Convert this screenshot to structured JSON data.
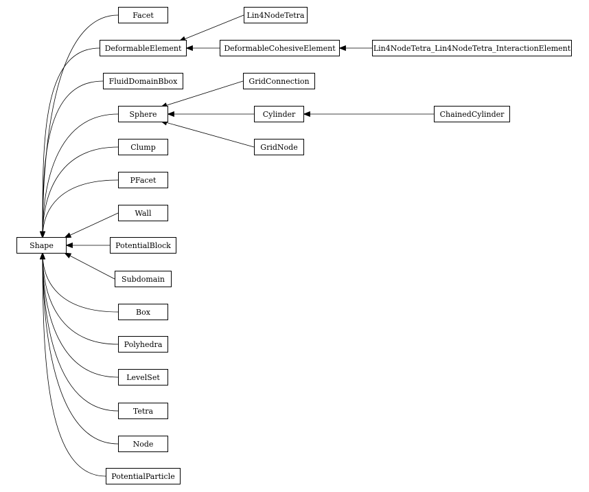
{
  "nodes": {
    "shape": "Shape",
    "facet": "Facet",
    "deformable_element": "DeformableElement",
    "fluid_domain_bbox": "FluidDomainBbox",
    "sphere": "Sphere",
    "clump": "Clump",
    "pfacet": "PFacet",
    "wall": "Wall",
    "potential_block": "PotentialBlock",
    "subdomain": "Subdomain",
    "box": "Box",
    "polyhedra": "Polyhedra",
    "level_set": "LevelSet",
    "tetra": "Tetra",
    "node": "Node",
    "potential_particle": "PotentialParticle",
    "lin4_node_tetra": "Lin4NodeTetra",
    "deformable_cohesive_element": "DeformableCohesiveElement",
    "lin4_interaction_element": "Lin4NodeTetra_Lin4NodeTetra_InteractionElement",
    "grid_connection": "GridConnection",
    "cylinder": "Cylinder",
    "grid_node": "GridNode",
    "chained_cylinder": "ChainedCylinder"
  },
  "edges": [
    [
      "facet",
      "shape"
    ],
    [
      "deformable_element",
      "shape"
    ],
    [
      "fluid_domain_bbox",
      "shape"
    ],
    [
      "sphere",
      "shape"
    ],
    [
      "clump",
      "shape"
    ],
    [
      "pfacet",
      "shape"
    ],
    [
      "wall",
      "shape"
    ],
    [
      "potential_block",
      "shape"
    ],
    [
      "subdomain",
      "shape"
    ],
    [
      "box",
      "shape"
    ],
    [
      "polyhedra",
      "shape"
    ],
    [
      "level_set",
      "shape"
    ],
    [
      "tetra",
      "shape"
    ],
    [
      "node",
      "shape"
    ],
    [
      "potential_particle",
      "shape"
    ],
    [
      "lin4_node_tetra",
      "deformable_element"
    ],
    [
      "deformable_cohesive_element",
      "deformable_element"
    ],
    [
      "lin4_interaction_element",
      "deformable_cohesive_element"
    ],
    [
      "grid_connection",
      "sphere"
    ],
    [
      "cylinder",
      "sphere"
    ],
    [
      "grid_node",
      "sphere"
    ],
    [
      "chained_cylinder",
      "cylinder"
    ]
  ]
}
